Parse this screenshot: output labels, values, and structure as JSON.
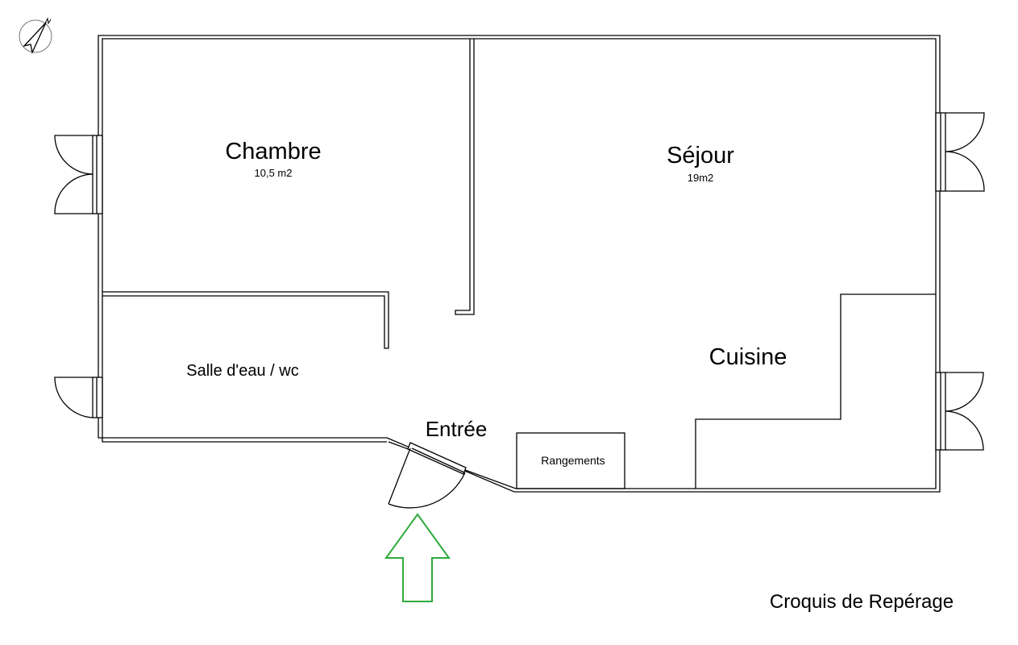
{
  "title": "Croquis de Repérage",
  "compass": {
    "icon": "north-arrow-icon",
    "label": "N"
  },
  "rooms": [
    {
      "name": "Chambre",
      "area": "10,5 m2"
    },
    {
      "name": "Séjour",
      "area": "19m2"
    },
    {
      "name": "Salle d'eau / wc"
    },
    {
      "name": "Entrée"
    },
    {
      "name": "Rangements"
    },
    {
      "name": "Cuisine"
    }
  ],
  "colors": {
    "wall": "#000000",
    "entry_arrow": "#2eaa3c"
  }
}
